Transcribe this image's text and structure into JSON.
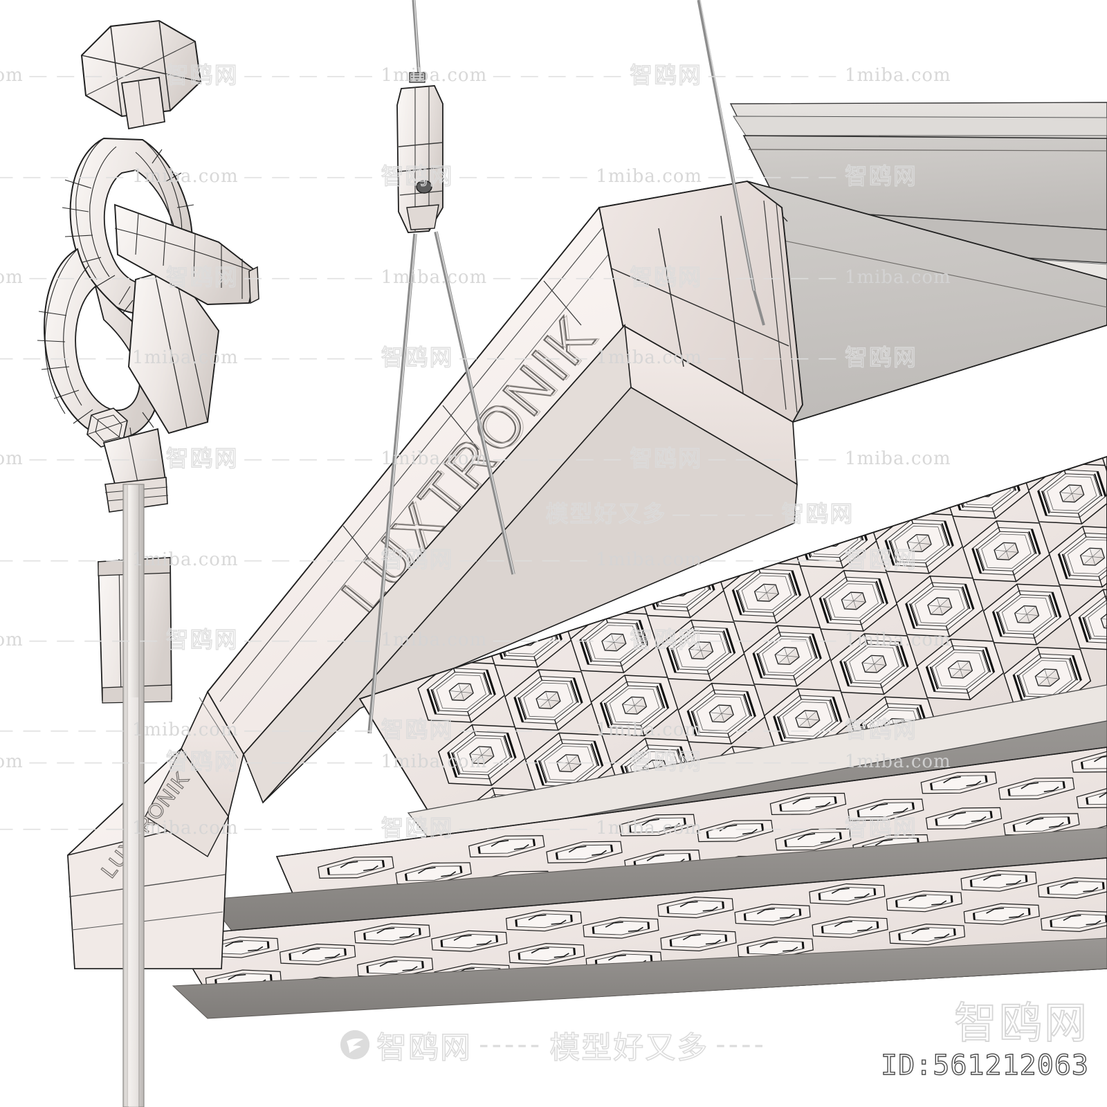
{
  "scene": {
    "subject": "LUXTRONIK suspended linear LED luminaire",
    "render_style": "clay wireframe 3D render",
    "background_color": "#ffffff"
  },
  "brand": {
    "primary_label": "LUXTRONIK",
    "secondary_label": "LUXTRONIK"
  },
  "watermark": {
    "site_cn": "智鸥网",
    "site_en": "1miba.com",
    "dash": "— — — — —",
    "tagline_cn": "模型好又多",
    "tagline_dash": "- - - - -",
    "logo_icon": "seagull-logo-icon",
    "tile_rows": [
      "1miba.com — — — — — 智鸥网 — — — — — 1miba.com — — — — — 智鸥网 — — — — —",
      "智鸥网 — — — — — 1miba.com — — — — — 智鸥网 — — — — — 1miba.com — — — — —"
    ]
  },
  "footer": {
    "banner_text": "智鸥网-----模型好又多----",
    "corner_watermark": "智鸥网",
    "id_label": "ID:561212063"
  },
  "materials": {
    "body_face_light": "#f7f0ee",
    "body_face_mid": "#efe6e3",
    "body_face_shadow": "#ded4d1",
    "top_panel_gray": "#c9c6c3",
    "top_panel_gray_dark": "#b7b4b1",
    "diffuser_base": "#f2ebe8",
    "deep_shadow": "#8e8b88",
    "wire_color": "#1c1c1c",
    "metal_cable": "#9a9a9a",
    "watermark_gray": "#dcdcdc",
    "id_text_gray": "#4a4a4a"
  },
  "components": {
    "hook_assembly": "ceiling hook and chain link mount",
    "cable_gripper": "steel cable suspension gripper",
    "suspension_cables": 3,
    "fixture_housing": "chamfered extruded aluminium housing",
    "diffuser_rows": 3,
    "reflector_cells": "hexagonal faceted reflector cells with centre LED",
    "vertical_rod": "vertical support rod"
  }
}
